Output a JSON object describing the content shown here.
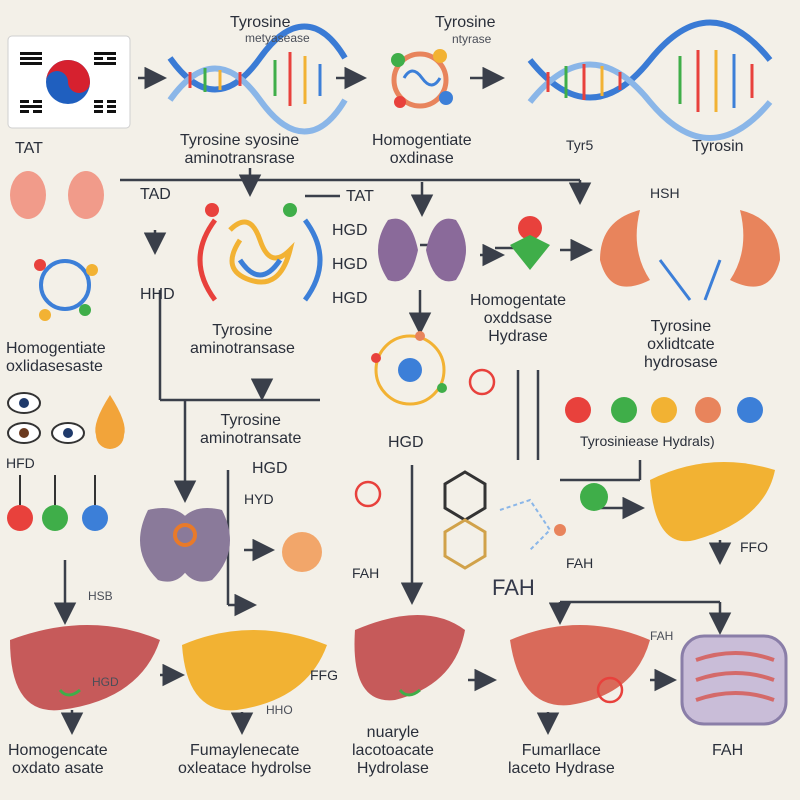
{
  "colors": {
    "background": "#f3f0e8",
    "arrow": "#3a3f4a",
    "helix_a": "#3a7bd5",
    "helix_b": "#8ab6e8",
    "liver": "#c65a5a",
    "liver_yellow": "#f2b233",
    "kidney": "#e8845c",
    "accent_red": "#e8413c",
    "accent_green": "#3fae49",
    "accent_blue": "#3c7fd8"
  },
  "labels": {
    "flag_tat": "TAT",
    "top_tyrosine": "Tyrosine",
    "top_tyrosine_sub": "metyasease",
    "top_tyrosine_right": "Tyrosine",
    "top_tyrosine_right_sub": "ntyrase",
    "row1_tat_name_1": "Tyrosine syosine",
    "row1_tat_name_2": "aminotransrase",
    "row1_hgd_name_1": "Homogentiate",
    "row1_hgd_name_2": "oxdinase",
    "row1_tyrs": "Tyr5",
    "row1_tyrosin": "Tyrosin",
    "tad": "TAD",
    "tat_small": "TAT",
    "hsh": "HSH",
    "hgd_1": "HGD",
    "hgd_2": "HGD",
    "hgd_3": "HGD",
    "hhd": "HHD",
    "homogentiate_left_1": "Homogentiate",
    "homogentiate_left_2": "oxlidasesaste",
    "tyrosine_mid_1": "Tyrosine",
    "tyrosine_mid_2": "aminotransase",
    "homog_hydrase_1": "Homogentate",
    "homog_hydrase_2": "oxddsase",
    "homog_hydrase_3": "Hydrase",
    "tyrosine_right_1": "Tyrosine",
    "tyrosine_right_2": "oxlidtcate",
    "tyrosine_right_3": "hydrosase",
    "tyrosine_amino_1": "Tyrosine",
    "tyrosine_amino_2": "aminotransate",
    "hgd_center": "HGD",
    "hgd_big": "HGD",
    "tyrosinase_hydrals": "Tyrosiniease Hydrals)",
    "hfd": "HFD",
    "hyd": "HYD",
    "fah_center": "FAH",
    "fah_big": "FAH",
    "fah_right": "FAH",
    "ffo": "FFO",
    "hsb": "HSB",
    "fah_small": "FAH",
    "ffg": "FFG",
    "hgd_bottom": "HGD",
    "hho": "HHO",
    "bottom_1a": "Homogencate",
    "bottom_1b": "oxdato asate",
    "bottom_2a": "Fumaylenecate",
    "bottom_2b": "oxleatace hydrolse",
    "bottom_3a": "nuaryle",
    "bottom_3b": "lacotoacate",
    "bottom_3c": "Hydrolase",
    "bottom_4a": "Fumarllace",
    "bottom_4b": "laceto Hydrase",
    "bottom_5": "FAH"
  }
}
